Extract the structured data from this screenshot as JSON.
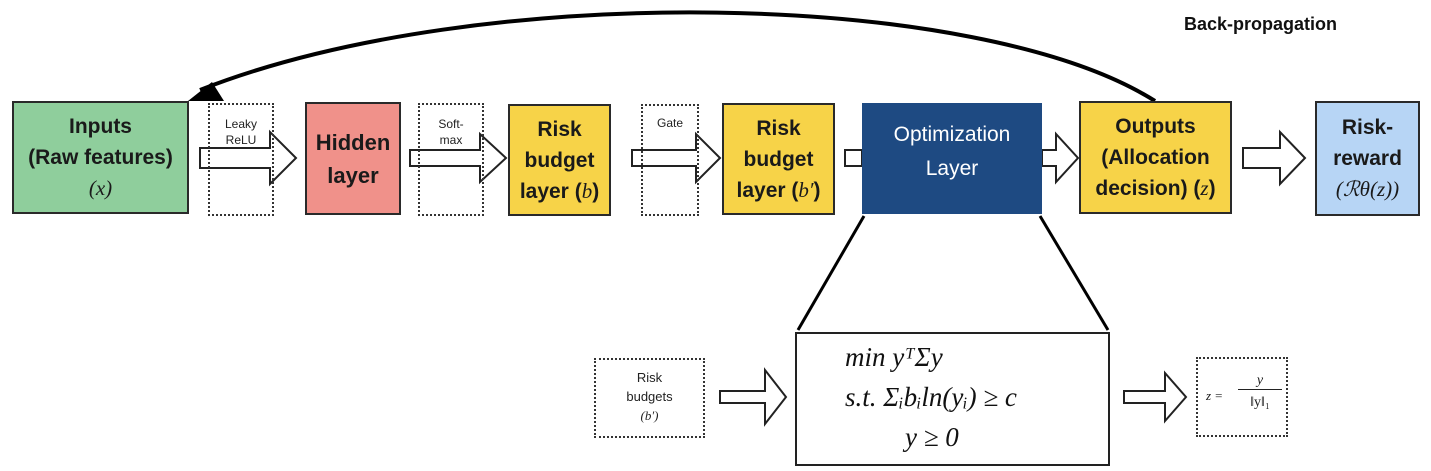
{
  "backprop": {
    "label": "Back-propagation"
  },
  "pipeline": {
    "inputs": {
      "line1": "Inputs",
      "line2": "(Raw features)",
      "line3": "(x)",
      "color": "#8FCE9C"
    },
    "act1": {
      "line1": "Leaky",
      "line2": "ReLU"
    },
    "hidden": {
      "line1": "Hidden",
      "line2": "layer",
      "color": "#F0918A"
    },
    "act2": {
      "line1": "Soft-",
      "line2": "max"
    },
    "risk_budget_b": {
      "line1": "Risk",
      "line2": "budget",
      "line3_prefix": "layer (",
      "var": "b",
      "line3_suffix": ")",
      "color": "#F7D348"
    },
    "act3": {
      "line1": "Gate"
    },
    "risk_budget_b_prime": {
      "line1": "Risk",
      "line2": "budget",
      "line3_prefix": "layer (",
      "var": "b′",
      "line3_suffix": ")",
      "color": "#F7D348"
    },
    "optimization": {
      "line1": "Optimization",
      "line2": "Layer",
      "color": "#1E4A82"
    },
    "outputs": {
      "line1": "Outputs",
      "line2": "(Allocation",
      "line3_prefix": "decision) (",
      "var": "z",
      "line3_suffix": ")",
      "color": "#F7D348"
    },
    "risk_reward": {
      "line1": "Risk-",
      "line2": "reward",
      "line3": "(ℛθ(z))",
      "color": "#B7D5F5"
    }
  },
  "detail": {
    "risk_budgets": {
      "line1": "Risk",
      "line2": "budgets",
      "line3": "(b′)"
    },
    "formula": {
      "line1": "min yᵀΣy",
      "line2": "s.t. Σᵢbᵢln(yᵢ) ≥ c",
      "line3": "y ≥ 0"
    },
    "normalization": {
      "lhs": "z =",
      "numerator": "y",
      "denominator": "‖y‖₁"
    }
  }
}
